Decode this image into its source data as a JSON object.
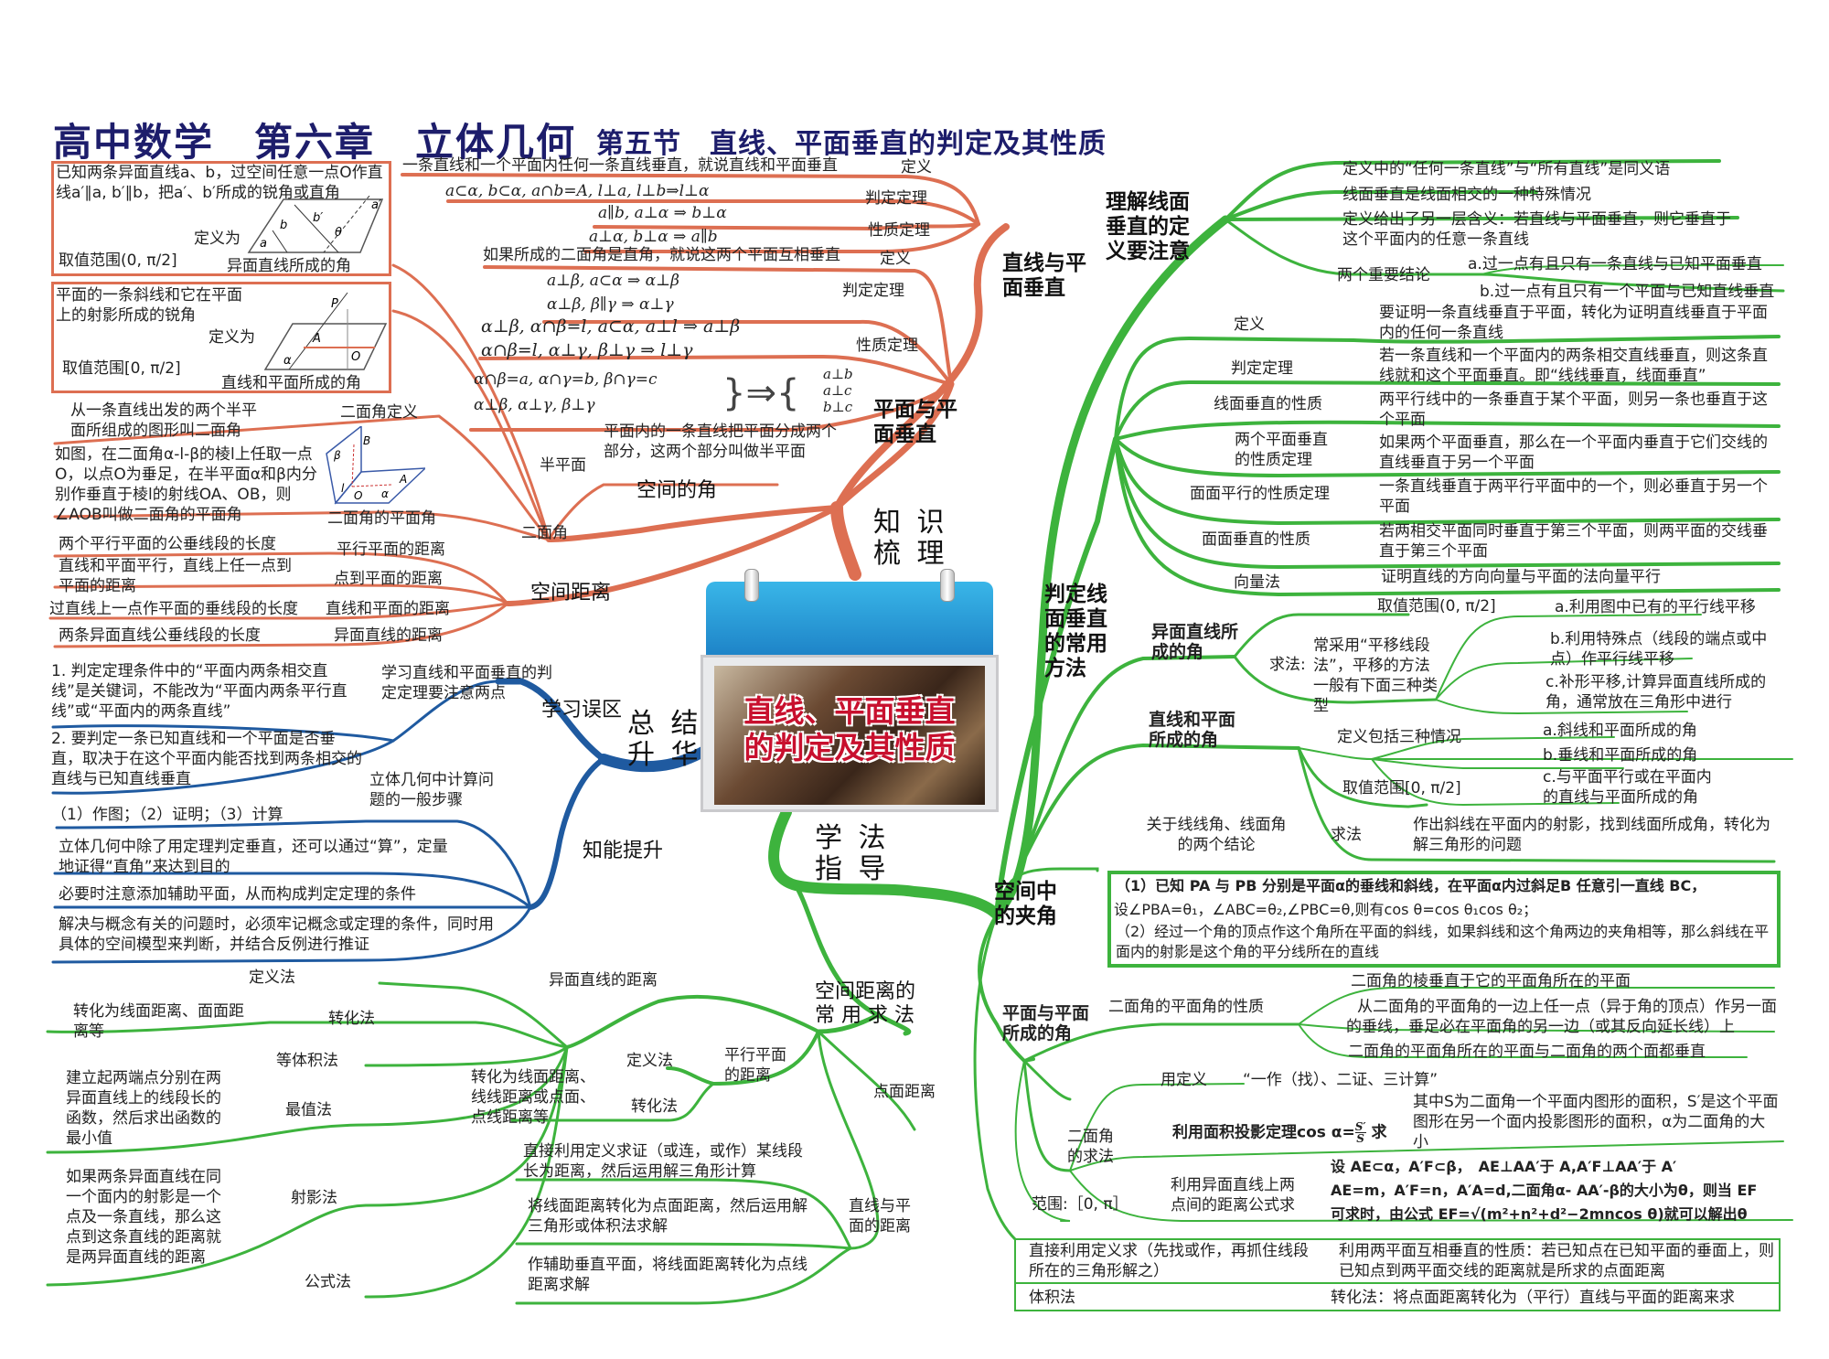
{
  "header": {
    "title": "高中数学　第六章　立体几何",
    "subtitle": "第五节　直线、平面垂直的判定及其性质"
  },
  "center_card": {
    "title_line1": "直线、平面垂直",
    "title_line2": "的判定及其性质"
  },
  "colors": {
    "knowledge_branch": "#dd6f52",
    "summary_branch": "#1f5aa0",
    "method_branch": "#3db33d",
    "title": "#1d1d6b",
    "card_title": "#c8102e"
  },
  "knowledge": {
    "root": "知 识\n梳 理",
    "line_plane_perp": {
      "label": "直线与平面垂直",
      "def_text": "一条直线和一个平面内任何一条直线垂直，就说直线和平面垂直",
      "def_label": "定义",
      "criterion_formula": "a⊂α, b⊂α, a∩b=A, l⊥a, l⊥b⇒l⊥α",
      "criterion_label": "判定定理",
      "property_formula1": "a∥b, a⊥α ⇒ b⊥α",
      "property_formula2": "a⊥α, b⊥α ⇒ a∥b",
      "property_label": "性质定理"
    },
    "plane_plane_perp": {
      "label": "平面与平面垂直",
      "def_text": "如果所成的二面角是直角，就说这两个平面互相垂直",
      "def_label": "定义",
      "criterion_formula1": "a⊥β, a⊂α ⇒ α⊥β",
      "criterion_formula2": "α⊥β, β∥γ ⇒ α⊥γ",
      "criterion_label": "判定定理",
      "property_formula1": "α⊥β,  α∩β=l, a⊂α, a⊥l ⇒ a⊥β",
      "property_formula2": "α∩β=l, α⊥γ, β⊥γ ⇒ l⊥γ",
      "property_label": "性质定理",
      "three_planes_line1": "α∩β=a, α∩γ=b, β∩γ=c",
      "three_planes_line2": "α⊥β, α⊥γ, β⊥γ",
      "three_planes_result1": "a⊥b",
      "three_planes_result2": "a⊥c",
      "three_planes_result3": "b⊥c"
    },
    "space_angle": {
      "label": "空间的角",
      "skew_def": "已知两条异面直线a、b，过空间任意一点O作直线a′∥a, b′∥b，把a′、b′所成的锐角或直角",
      "skew_defined_as": "定义为",
      "skew_range": "取值范围(0, π/2]",
      "skew_name": "异面直线所成的角",
      "skew_fig": {
        "a": "a",
        "b": "b",
        "a2": "a′",
        "b2": "b′",
        "theta": "θ"
      },
      "lp_def": "平面的一条斜线和它在平面上的射影所成的锐角",
      "lp_defined_as": "定义为",
      "lp_range": "取值范围[0, π/2]",
      "lp_name": "直线和平面所成的角",
      "lp_fig": {
        "P": "P",
        "A": "A",
        "O": "O",
        "alpha": "α"
      },
      "dihedral_def": "从一条直线出发的两个半平面所组成的图形叫二面角",
      "dihedral_def_label": "二面角定义",
      "dihedral_plane_angle_text": "如图，在二面角α-l-β的棱l上任取一点O，以点O为垂足，在半平面α和β内分别作垂直于棱l的射线OA、OB，则∠AOB叫做二面角的平面角",
      "dihedral_plane_angle_label": "二面角的平面角",
      "dihedral_fig": {
        "B": "B",
        "beta": "β",
        "l": "l",
        "O": "O",
        "A": "A",
        "alpha": "α"
      },
      "half_plane_label": "半平面",
      "half_plane_text": "平面内的一条直线把平面分成两个部分，这两个部分叫做半平面",
      "dihedral_label": "二面角"
    },
    "space_distance": {
      "label": "空间距离",
      "items": [
        {
          "text": "两个平行平面的公垂线段的长度",
          "label": "平行平面的距离"
        },
        {
          "text": "直线和平面平行，直线上任一点到平面的距离",
          "label": "点到平面的距离"
        },
        {
          "text": "过直线上一点作平面的垂线段的长度",
          "label": "直线和平面的距离"
        },
        {
          "text": "两条异面直线公垂线段的长度",
          "label": "异面直线的距离"
        }
      ]
    }
  },
  "summary": {
    "root": "总 结\n升 华",
    "mistakes": {
      "label": "学习误区",
      "topic": "学习直线和平面垂直的判定定理要注意两点",
      "point1": "1. 判定定理条件中的“平面内两条相交直线”是关键词，不能改为“平面内两条平行直线”或“平面内的两条直线”",
      "point2": "2. 要判定一条已知直线和一个平面是否垂直，取决于在这个平面内能否找到两条相交的直线与已知直线垂直"
    },
    "improve": {
      "label": "知能提升",
      "steps_topic": "立体几何中计算问题的一般步骤",
      "steps": "（1）作图；（2）证明；（3）计算",
      "tip1": "立体几何中除了用定理判定垂直，还可以通过“算”，定量地证得“直角”来达到目的",
      "tip2": "必要时注意添加辅助平面，从而构成判定定理的条件",
      "tip3": "解决与概念有关的问题时，必须牢记概念或定理的条件，同时用具体的空间模型来判断，并结合反例进行推证"
    }
  },
  "methods": {
    "root": "学 法\n指 导",
    "line_plane_note": {
      "label": "理解线面垂直的定义要注意",
      "items": [
        "定义中的“任何一条直线”与“所有直线”是同义语",
        "线面垂直是线面相交的一种特殊情况",
        "定义给出了另一层含义：若直线与平面垂直，则它垂直于这个平面内的任意一条直线"
      ],
      "conclusions_label": "两个重要结论",
      "conclusion_a": "a.过一点有且只有一条直线与已知平面垂直",
      "conclusion_b": "b.过一点有且只有一个平面与已知直线垂直"
    },
    "perp_methods": {
      "label": "判定线面垂直的常用方法",
      "items": [
        {
          "label": "定义",
          "text": "要证明一条直线垂直于平面，转化为证明直线垂直于平面内的任何一条直线"
        },
        {
          "label": "判定定理",
          "text": "若一条直线和一个平面内的两条相交直线垂直，则这条直线就和这个平面垂直。即“线线垂直，线面垂直”"
        },
        {
          "label": "线面垂直的性质",
          "text": "两平行线中的一条垂直于某个平面，则另一条也垂直于这个平面"
        },
        {
          "label": "两个平面垂直的性质定理",
          "text": "如果两个平面垂直，那么在一个平面内垂直于它们交线的直线垂直于另一个平面"
        },
        {
          "label": "面面平行的性质定理",
          "text": "一条直线垂直于两平行平面中的一个，则必垂直于另一个平面"
        },
        {
          "label": "面面垂直的性质",
          "text": "若两相交平面同时垂直于第三个平面，则两平面的交线垂直于第三个平面"
        },
        {
          "label": "向量法",
          "text": "证明直线的方向向量与平面的法向量平行"
        }
      ]
    },
    "angles": {
      "label": "空间中的夹角",
      "skew": {
        "label": "异面直线所成的角",
        "range": "取值范围(0, π/2]",
        "method_label": "求法:",
        "method_text": "常采用“平移线段法”，平移的方法一般有下面三种类型",
        "a": "a.利用图中已有的平行线平移",
        "b": "b.利用特殊点（线段的端点或中点）作平行线平移",
        "c": "c.补形平移,计算异面直线所成的角，通常放在三角形中进行"
      },
      "line_plane": {
        "label": "直线和平面所成的角",
        "def_label": "定义包括三种情况",
        "a": "a.斜线和平面所成的角",
        "b": "b.垂线和平面所成的角",
        "c": "c.与平面平行或在平面内的直线与平面所成的角",
        "range": "取值范围[0, π/2]",
        "method_label": "求法",
        "method_text": "作出斜线在平面内的射影，找到线面所成角，转化为解三角形的问题"
      },
      "conclusions": {
        "label": "关于线线角、线面角的两个结论",
        "line1": "（1）已知 PA 与 PB 分别是平面α的垂线和斜线，在平面α内过斜足B 任意引一直线 BC，",
        "line2": "设∠PBA=θ₁，∠ABC=θ₂,∠PBC=θ,则有cos θ=cos θ₁cos θ₂；",
        "line3": "（2）经过一个角的顶点作这个角所在平面的斜线，如果斜线和这个角两边的夹角相等，那么斜线在平面内的射影是这个角的平分线所在的直线"
      },
      "dihedral": {
        "label": "平面与平面所成的角",
        "property_label": "二面角的平面角的性质",
        "property1": "二面角的棱垂直于它的平面角所在的平面",
        "property2": "从二面角的平面角的一边上任一点（异于角的顶点）作另一面的垂线，垂足必在平面角的另一边（或其反向延长线）上",
        "property3": "二面角的平面角所在的平面与二面角的两个面都垂直",
        "method_label": "二面角的求法",
        "by_def": "用定义",
        "by_def_text": "“一作（找）、二证、三计算”",
        "by_projection": "利用面积投影定理cos α=",
        "by_projection_num": "S′",
        "by_projection_den": "S",
        "by_projection_suffix": "求",
        "projection_text": "其中S为二面角一个平面内图形的面积，S′是这个平面图形在另一个面内投影图形的面积，α为二面角的大小",
        "by_distance": "利用异面直线上两点间的距离公式求",
        "distance_line1": "设 AE⊂α，A′F⊂β，　AE⊥AA′于 A,A′F⊥AA′于 A′",
        "distance_line2": "AE=m，A′F=n，A′A=d,二面角α- AA′-β的大小为θ，则当 EF",
        "distance_line3": "可求时，由公式 EF=√(m²+n²+d²−2mncos θ)就可以解出θ",
        "range": "范围:［0, π］"
      }
    },
    "distances": {
      "label": "空间距离的\n常 用 求 法",
      "skew": {
        "label": "异面直线的距离",
        "def": "定义法",
        "convert": "转化法",
        "convert_text": "转化为线面距离、面面距离等",
        "volume": "等体积法",
        "extreme": "最值法",
        "extreme_text": "建立起两端点分别在两异面直线上的线段长的函数，然后求出函数的最小值",
        "projection": "射影法",
        "projection_text": "如果两条异面直线在同一个面内的射影是一个点及一条直线，那么这点到这条直线的距离就是两异面直线的距离",
        "formula": "公式法"
      },
      "parallel_planes": {
        "label": "平行平面的距离",
        "def": "定义法",
        "convert": "转化法",
        "convert_text": "转化为线面距离、线线距离或点面、点线距离等"
      },
      "line_plane": {
        "label": "直线与平面的距离",
        "item1": "直接利用定义求证（或连，或作）某线段长为距离，然后运用解三角形计算",
        "item2": "将线面距离转化为点面距离，然后运用解三角形或体积法求解",
        "item3": "作辅助垂直平面，将线面距离转化为点线距离求解"
      },
      "point_plane": {
        "label": "点面距离",
        "cell1": "直接利用定义求（先找或作，再抓住线段所在的三角形解之）",
        "cell2": "利用两平面互相垂直的性质：若已知点在已知平面的垂面上，则已知点到两平面交线的距离就是所求的点面距离",
        "cell3": "体积法",
        "cell4": "转化法：将点面距离转化为（平行）直线与平面的距离来求"
      }
    }
  }
}
